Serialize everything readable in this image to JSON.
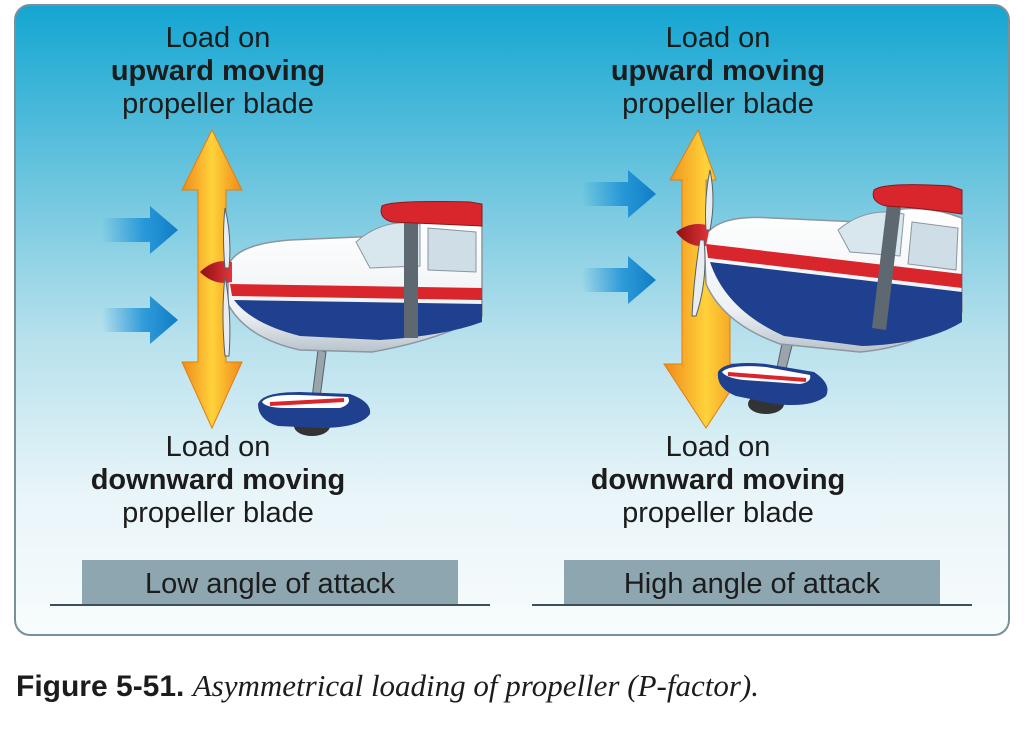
{
  "panels": [
    {
      "top_label": {
        "line1": "Load on",
        "bold": "upward moving",
        "line3": "propeller blade"
      },
      "bottom_label": {
        "line1": "Load on",
        "bold": "downward moving",
        "line3": "propeller blade"
      },
      "caption": "Low angle of attack"
    },
    {
      "top_label": {
        "line1": "Load on",
        "bold": "upward moving",
        "line3": "propeller blade"
      },
      "bottom_label": {
        "line1": "Load on",
        "bold": "downward moving",
        "line3": "propeller blade"
      },
      "caption": "High angle of attack"
    }
  ],
  "figure": {
    "number": "Figure 5-51.",
    "text": "Asymmetrical loading of propeller (P-factor)."
  },
  "colors": {
    "sky_top": "#14a6d2",
    "load_arrow": "#f5a623",
    "airflow_arrow": "#1a8fd6",
    "stripe_red": "#d9262c",
    "stripe_blue": "#1f3f8f",
    "caption_box": "#8ea6b0"
  }
}
